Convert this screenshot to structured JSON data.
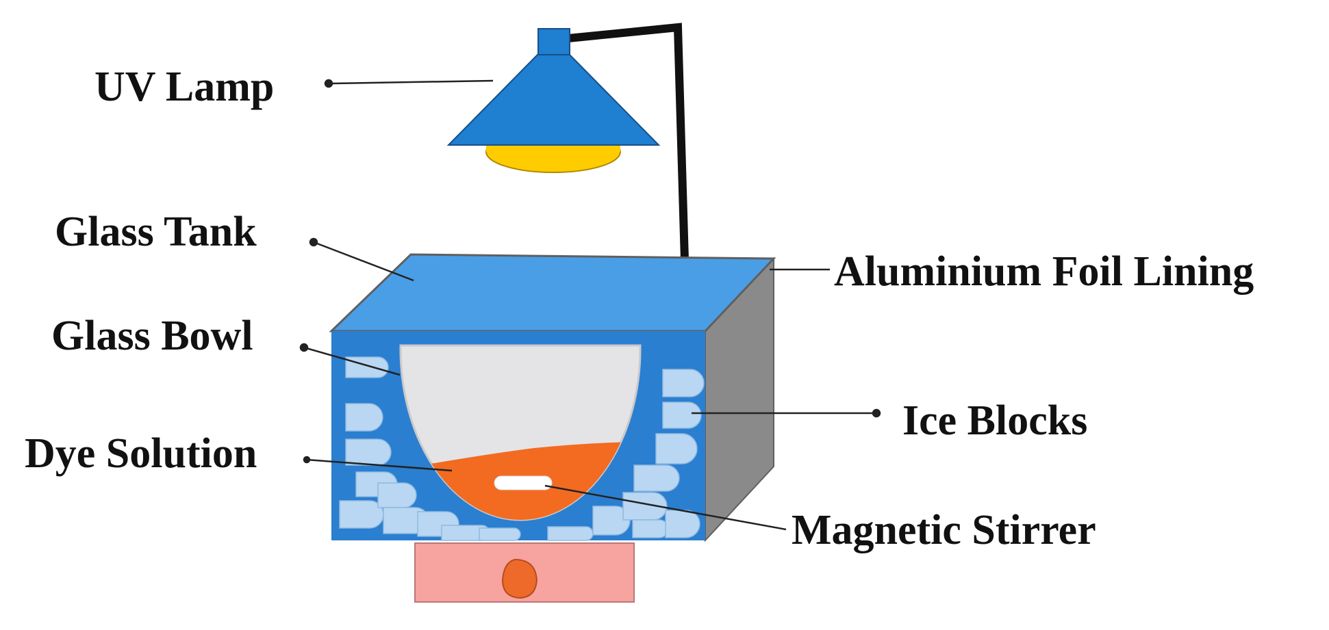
{
  "labels": {
    "uv_lamp": "UV Lamp",
    "glass_tank": "Glass Tank",
    "glass_bowl": "Glass Bowl",
    "dye_solution": "Dye Solution",
    "aluminium_foil_lining": "Aluminium Foil Lining",
    "ice_blocks": "Ice Blocks",
    "magnetic_stirrer": "Magnetic Stirrer"
  },
  "colors": {
    "lamp_shade": "#1f7fd1",
    "lamp_bulb": "#ffcc00",
    "lamp_stand": "#111111",
    "tank_front": "#2a7fd0",
    "tank_top": "#4a9ee6",
    "tank_side": "#8a8a8a",
    "ice": "#b9d7f2",
    "bowl": "#e4e4e6",
    "dye": "#f26b21",
    "stirrer_bar": "#ffffff",
    "hotplate": "#f7a3a0",
    "hotplate_knob": "#ee6a2a",
    "arrow": "#222222"
  }
}
